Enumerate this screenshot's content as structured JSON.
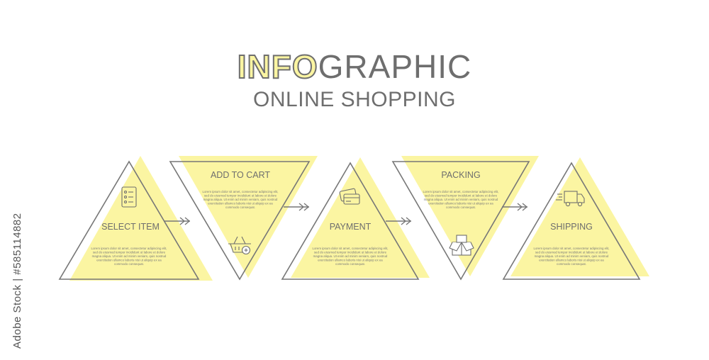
{
  "header": {
    "title_part1": "INFO",
    "title_part2": "GRAPHIC",
    "subtitle": "ONLINE SHOPPING"
  },
  "colors": {
    "fill": "#fbf5a2",
    "outline": "#777777",
    "text": "#6e6e6e"
  },
  "steps": [
    {
      "label": "SELECT ITEM",
      "icon": "checklist-icon",
      "orientation": "up",
      "text": [
        "Lorem ipsum dolor sit amet, consectetur adipiscing elit,",
        "sed do eiusmod tempor incididunt ut labore et dolore",
        "magna aliqua. Ut enim ad minim veniam, quis nostrud",
        "exercitation ullamco laboris nisi ut aliquip ex ea",
        "commodo consequat."
      ]
    },
    {
      "label": "ADD TO CART",
      "icon": "basket-add-icon",
      "orientation": "down",
      "text": [
        "Lorem ipsum dolor sit amet, consectetur adipiscing elit,",
        "sed do eiusmod tempor incididunt ut labore et dolore",
        "magna aliqua. Ut enim ad minim veniam, quis nostrud",
        "exercitation ullamco laboris nisi ut aliquip ex ea",
        "commodo consequat."
      ]
    },
    {
      "label": "PAYMENT",
      "icon": "credit-card-icon",
      "orientation": "up",
      "text": [
        "Lorem ipsum dolor sit amet, consectetur adipiscing elit,",
        "sed do eiusmod tempor incididunt ut labore et dolore",
        "magna aliqua. Ut enim ad minim veniam, quis nostrud",
        "exercitation ullamco laboris nisi ut aliquip ex ea",
        "commodo consequat."
      ]
    },
    {
      "label": "PACKING",
      "icon": "box-icon",
      "orientation": "down",
      "text": [
        "Lorem ipsum dolor sit amet, consectetur adipiscing elit,",
        "sed do eiusmod tempor incididunt ut labore et dolore",
        "magna aliqua. Ut enim ad minim veniam, quis nostrud",
        "exercitation ullamco laboris nisi ut aliquip ex ea",
        "commodo consequat."
      ]
    },
    {
      "label": "SHIPPING",
      "icon": "delivery-truck-icon",
      "orientation": "up",
      "text": [
        "Lorem ipsum dolor sit amet, consectetur adipiscing elit,",
        "sed do eiusmod tempor incididunt ut labore et dolore",
        "magna aliqua. Ut enim ad minim veniam, quis nostrud",
        "exercitation ullamco laboris nisi ut aliquip ex ea",
        "commodo consequat."
      ]
    }
  ],
  "watermark": "Adobe Stock | #585114882"
}
